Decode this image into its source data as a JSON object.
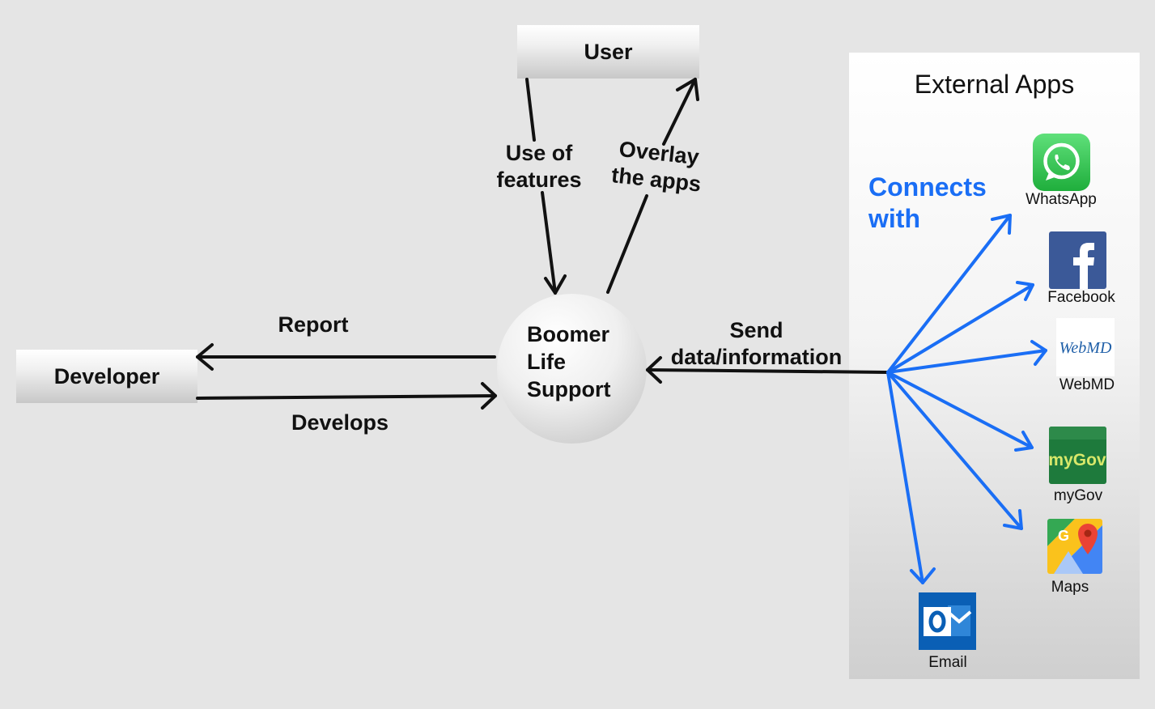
{
  "nodes": {
    "user": "User",
    "developer": "Developer",
    "central": "Boomer\nLife\nSupport"
  },
  "edges": {
    "use_of_features": "Use of\nfeatures",
    "overlay_the_apps": "Overlay\nthe apps",
    "report": "Report",
    "develops": "Develops",
    "send_data": "Send\ndata/information"
  },
  "external_panel": {
    "title": "External Apps",
    "connects_with": "Connects\nwith",
    "apps": [
      {
        "name": "WhatsApp",
        "icon": "whatsapp-icon"
      },
      {
        "name": "Facebook",
        "icon": "facebook-icon"
      },
      {
        "name": "WebMD",
        "icon": "webmd-icon",
        "logo_text": "WebMD"
      },
      {
        "name": "myGov",
        "icon": "mygov-icon",
        "logo_text": "myGov"
      },
      {
        "name": "Maps",
        "icon": "maps-icon"
      },
      {
        "name": "Email",
        "icon": "outlook-icon"
      }
    ]
  },
  "colors": {
    "background": "#e5e5e5",
    "arrow_black": "#111111",
    "arrow_blue": "#1a6ef5",
    "connects_text": "#1a6ef5"
  }
}
